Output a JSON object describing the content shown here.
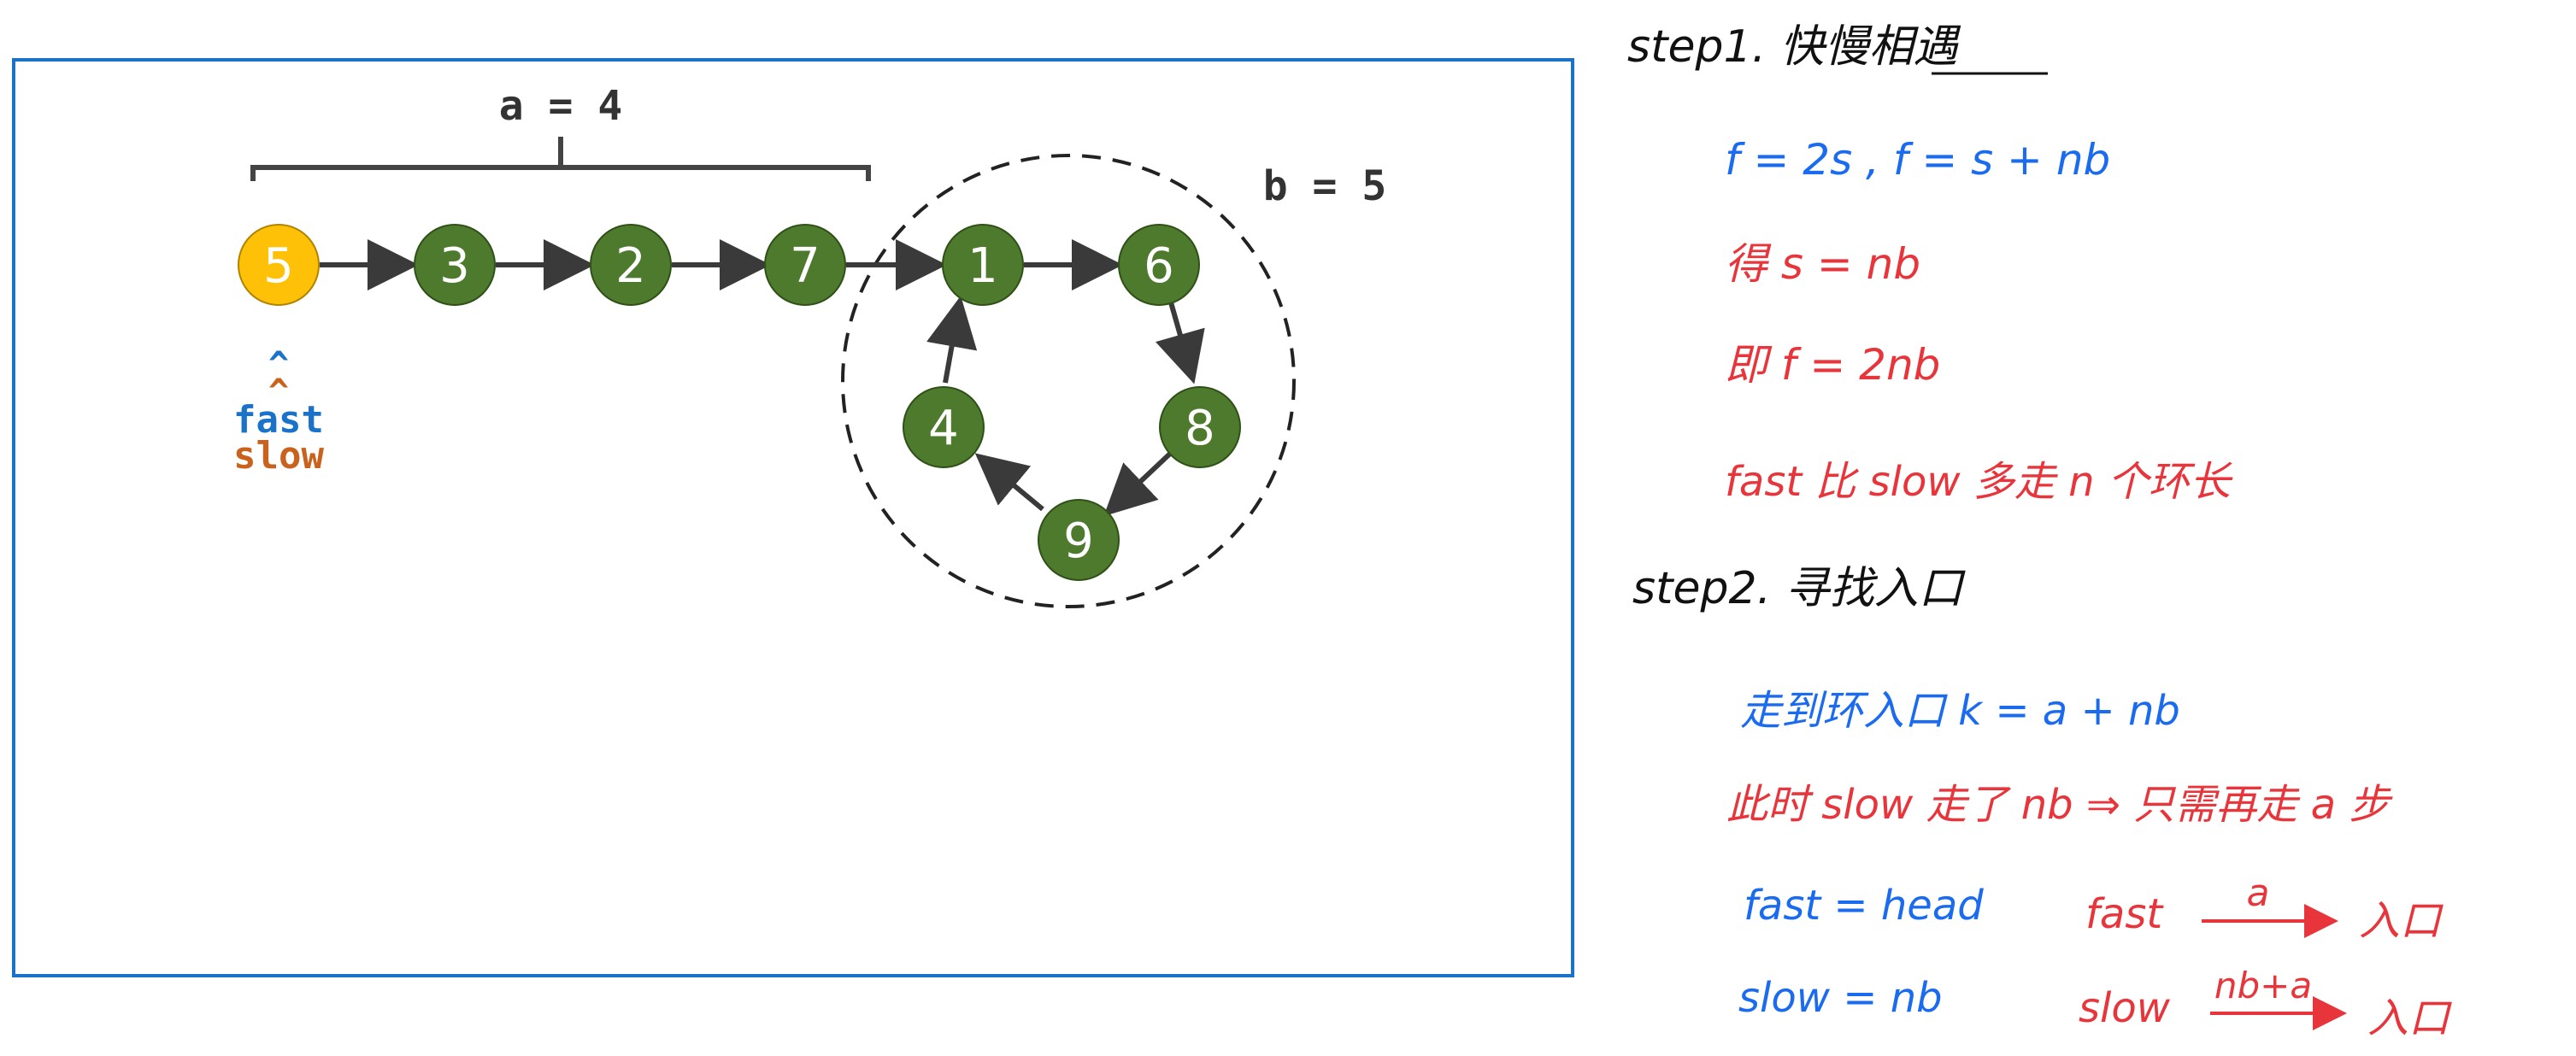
{
  "diagram": {
    "a_label": "a = 4",
    "b_label": "b = 5",
    "nodes": [
      "5",
      "3",
      "2",
      "7",
      "1",
      "6",
      "8",
      "9",
      "4"
    ],
    "pointer_fast": "fast",
    "pointer_slow": "slow",
    "caret": "^",
    "colors": {
      "border": "#1a73c8",
      "node_fill": "#4e7a2e",
      "head_fill": "#ffc107",
      "arrow": "#3a3a3a",
      "fast": "#1a73c8",
      "slow": "#c8621c"
    }
  },
  "notes": {
    "step1_title": "step1. 快慢相遇",
    "eq1": "f = 2s ,  f = s + nb",
    "eq2": "得  s = nb",
    "eq3": "即  f = 2nb",
    "eq4": "fast 比 slow 多走 n 个环长",
    "step2_title": "step2. 寻找入口",
    "line1": "走到环入口  k = a + nb",
    "line2": "此时 slow 走了 nb ⇒ 只需再走 a 步",
    "line3": "fast = head",
    "line4_left": "fast",
    "line4_over": "a",
    "line4_right": "入口",
    "line5": "slow = nb",
    "line6_left": "slow",
    "line6_over": "nb+a",
    "line6_right": "入口",
    "colors": {
      "black": "#111111",
      "blue": "#1a6bf0",
      "red": "#e8353b"
    }
  }
}
